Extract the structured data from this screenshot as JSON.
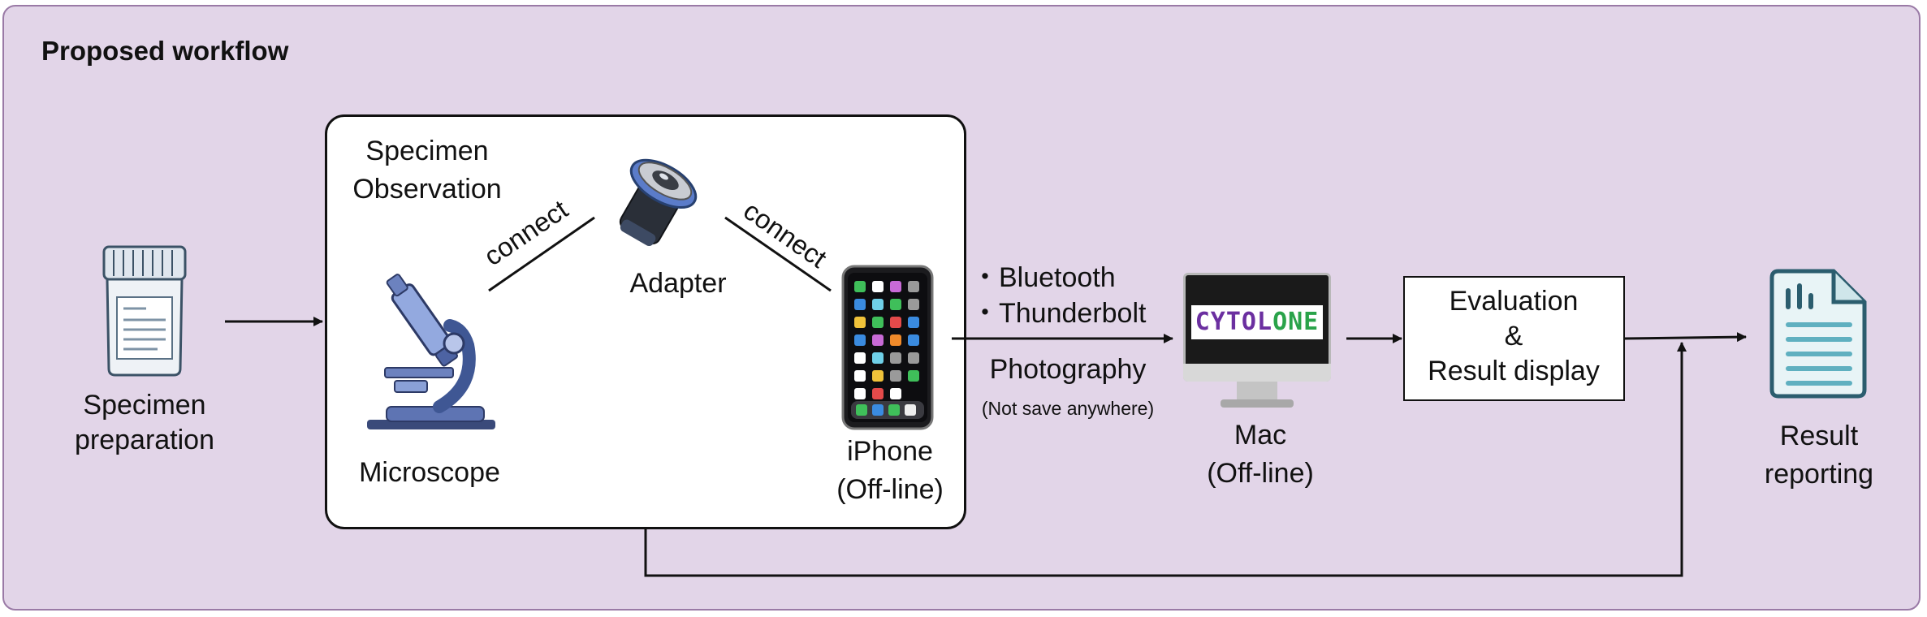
{
  "title": "Proposed workflow",
  "specimen_preparation": [
    "Specimen",
    "preparation"
  ],
  "observation_group": [
    "Specimen",
    "Observation"
  ],
  "connect_left": "connect",
  "connect_right": "connect",
  "adapter": "Adapter",
  "microscope": "Microscope",
  "iphone": [
    "iPhone",
    "(Off-line)"
  ],
  "transfer": {
    "bluetooth": "・Bluetooth",
    "thunderbolt": "・Thunderbolt",
    "photography": "Photography",
    "note": "(Not save anywhere)"
  },
  "mac": {
    "screen_text_1": "CYTOL",
    "screen_text_2": "ONE",
    "label": [
      "Mac",
      "(Off-line)"
    ]
  },
  "evaluation": [
    "Evaluation",
    "&",
    "Result display"
  ],
  "result_reporting": [
    "Result",
    "reporting"
  ],
  "colors": {
    "panel_bg": "#e2d5e8",
    "panel_border": "#9a7aa6",
    "logo_purple": "#6b2fa0",
    "logo_green": "#2aa34a"
  },
  "icons": [
    "specimen-jar-icon",
    "microscope-icon",
    "adapter-lens-icon",
    "iphone-icon",
    "mac-monitor-icon",
    "report-document-icon"
  ]
}
